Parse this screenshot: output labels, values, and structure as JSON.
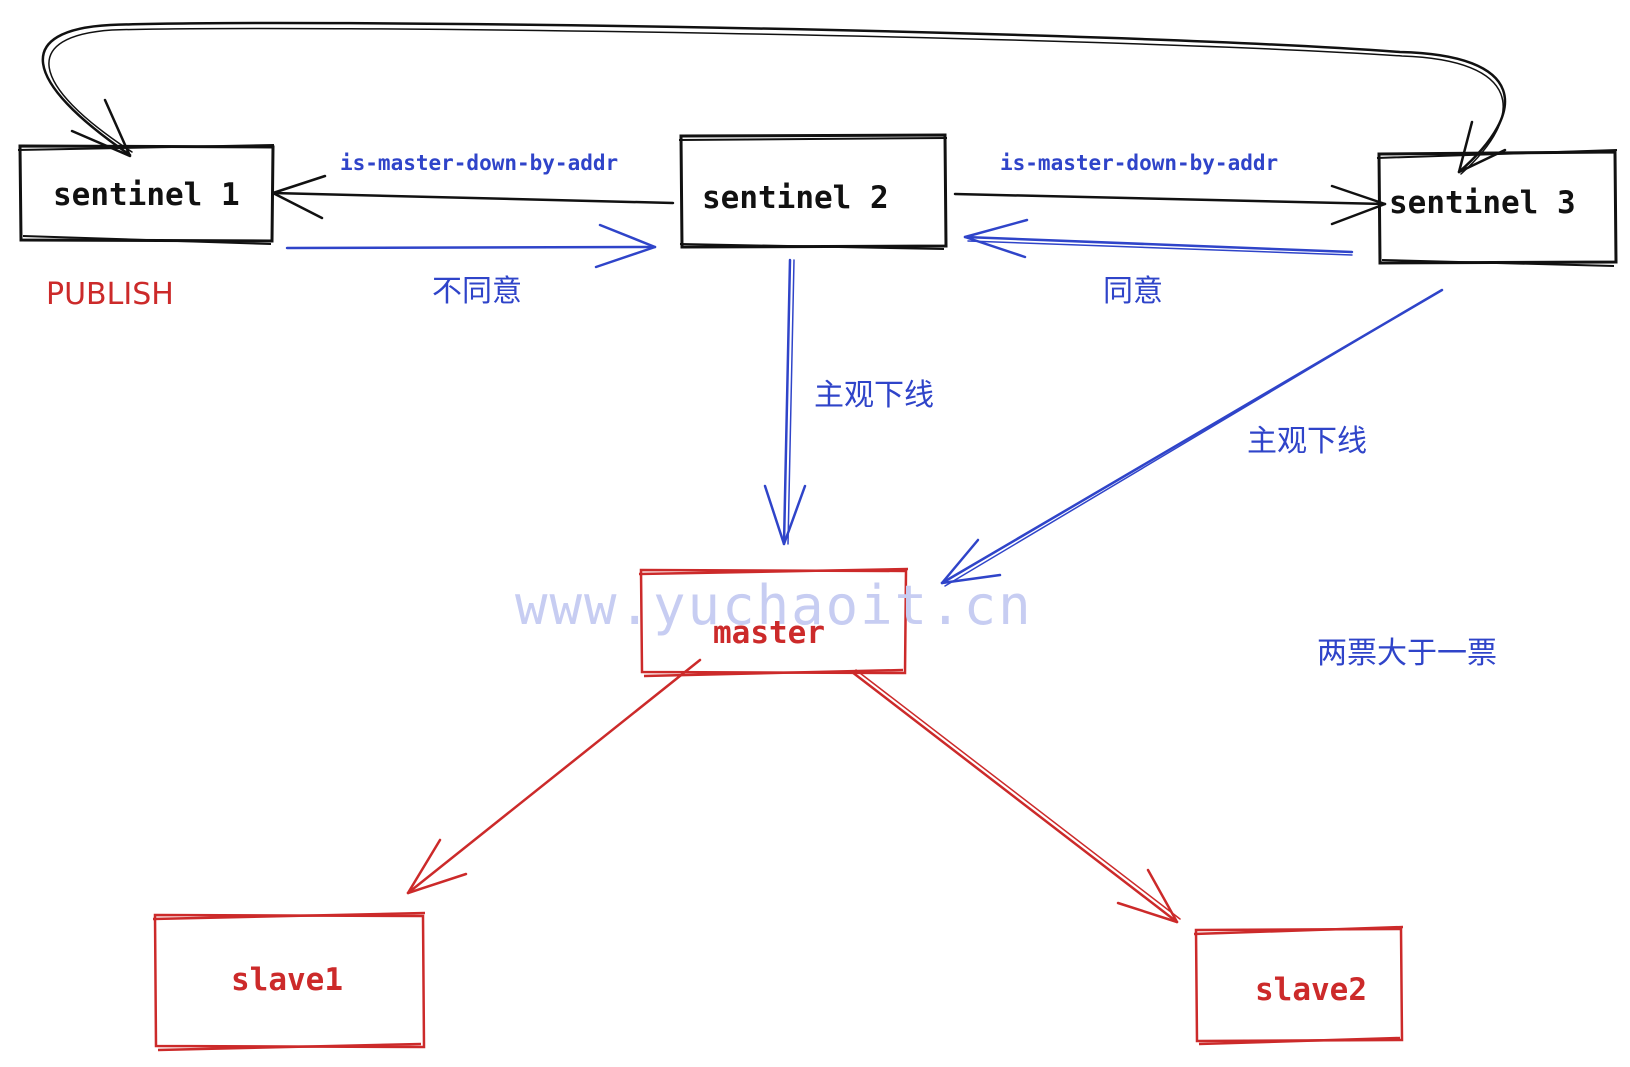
{
  "colors": {
    "black": "#111111",
    "blue": "#2f44c9",
    "red": "#cc2a2a",
    "watermark": "#c7cdf2"
  },
  "nodes": {
    "sentinel1": "sentinel 1",
    "sentinel2": "sentinel 2",
    "sentinel3": "sentinel 3",
    "master": "master",
    "slave1": "slave1",
    "slave2": "slave2"
  },
  "labels": {
    "cmd_left": "is-master-down-by-addr",
    "cmd_right": "is-master-down-by-addr",
    "disagree": "不同意",
    "agree": "同意",
    "publish": "PUBLISH",
    "subjective_down_2": "主观下线",
    "subjective_down_3": "主观下线",
    "votes": "两票大于一票"
  },
  "watermark": "www.yuchaoit.cn"
}
